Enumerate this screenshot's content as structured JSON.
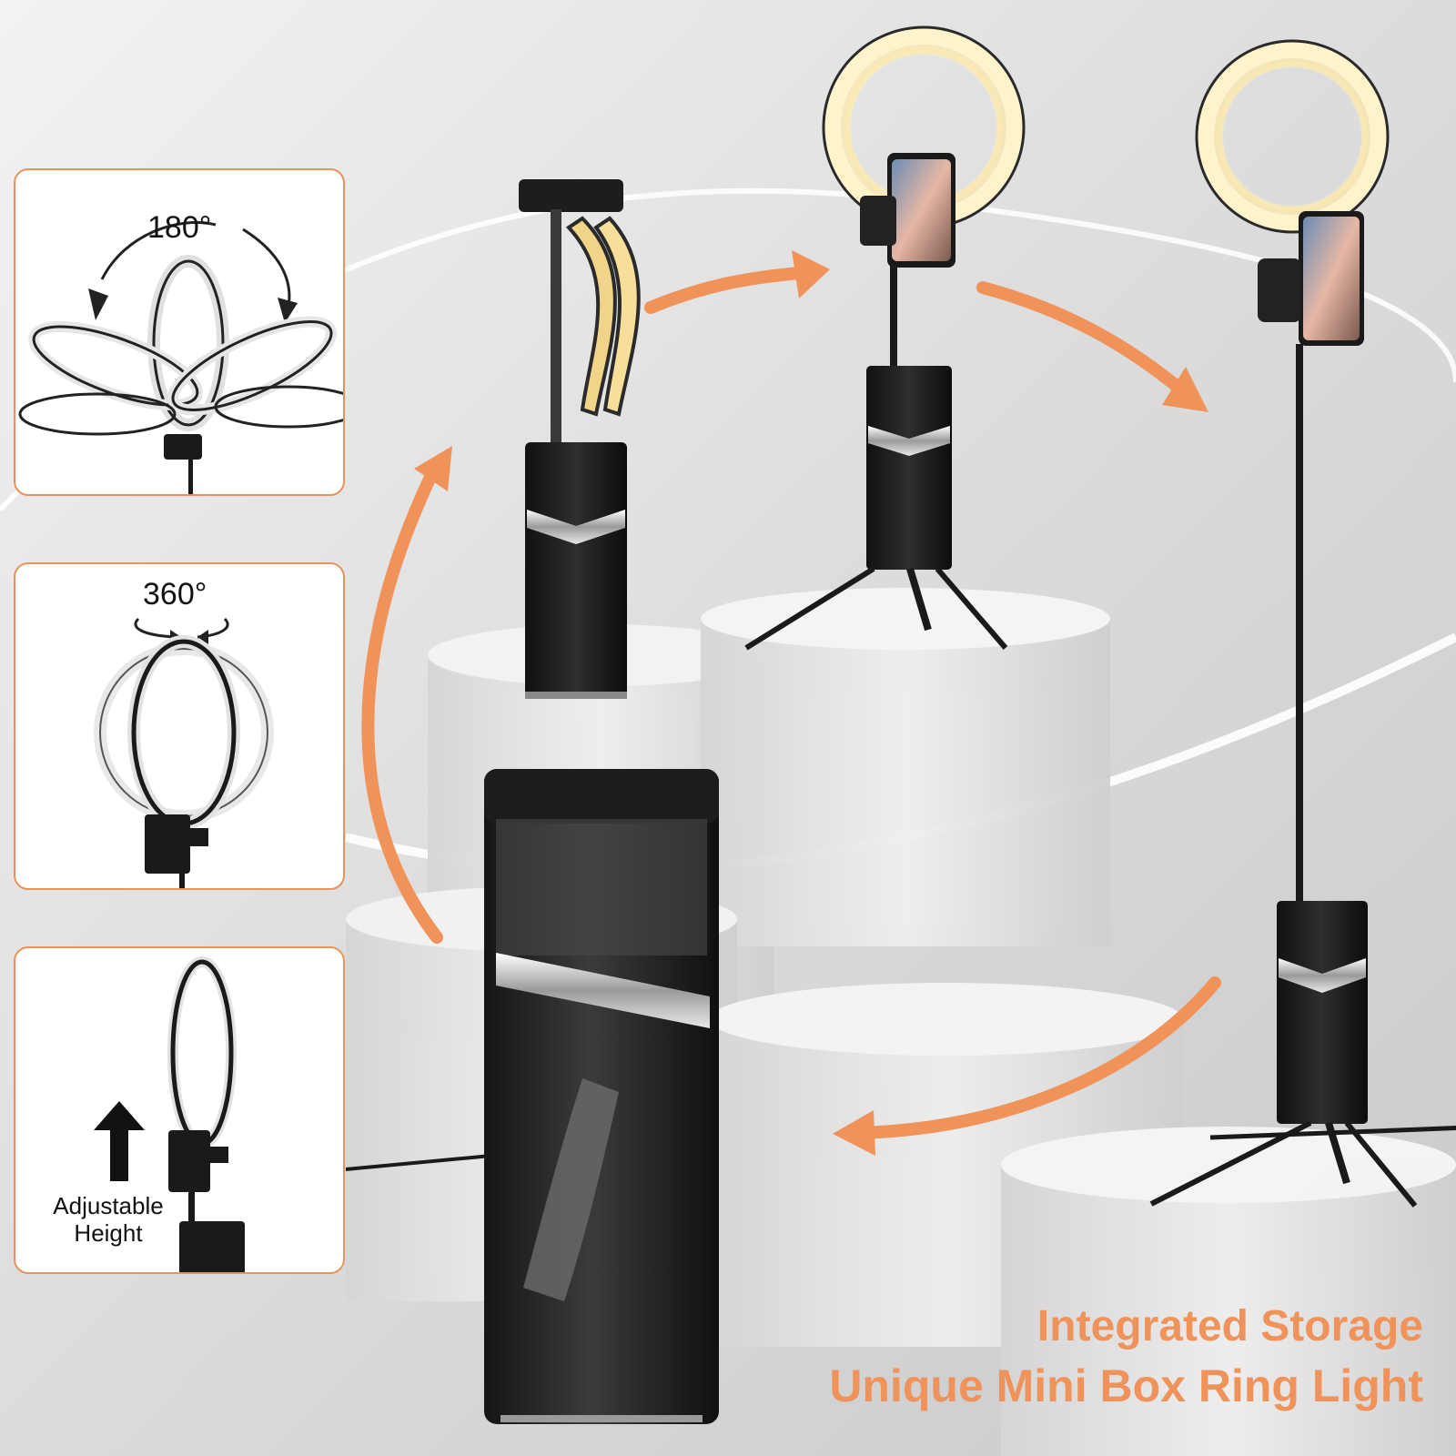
{
  "callouts": {
    "rotation_180": {
      "label": "180°",
      "icon": "ring-tilt-180-icon"
    },
    "rotation_360": {
      "label": "360°",
      "icon": "ring-swivel-360-icon"
    },
    "adjustable_height": {
      "label_line1": "Adjustable",
      "label_line2": "Height",
      "icon": "up-arrow-icon"
    }
  },
  "headline": {
    "line1": "Integrated Storage",
    "line2": "Unique Mini Box Ring Light"
  },
  "colors": {
    "accent": "#f0935a",
    "background": "#d9d9d9",
    "product_black": "#1c1c1c",
    "ring_glow": "#fff2c9",
    "callout_border": "#e9935b"
  }
}
